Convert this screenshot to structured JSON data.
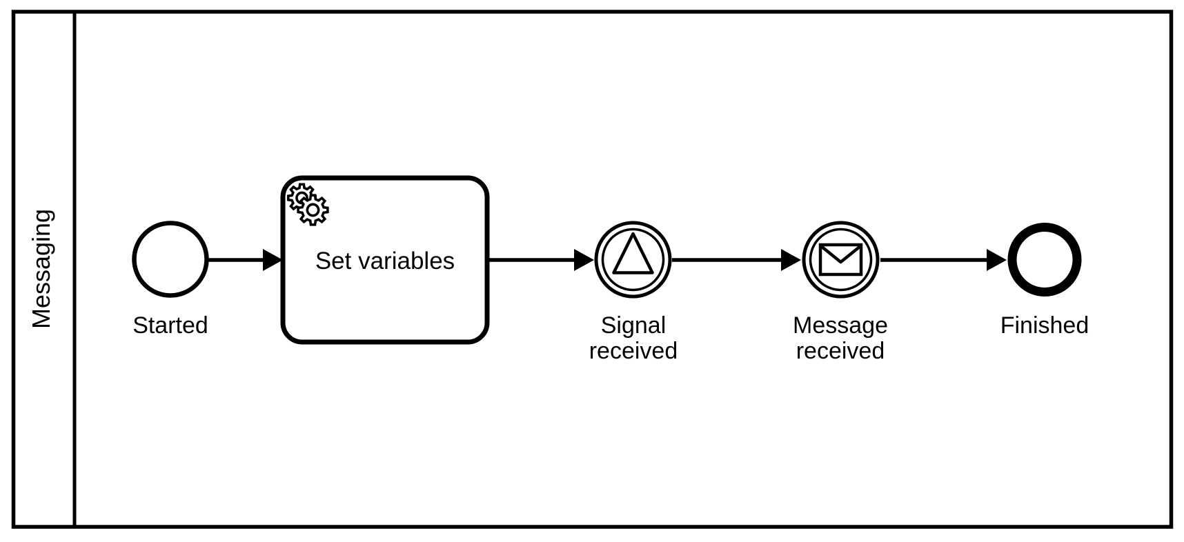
{
  "colors": {
    "stroke": "#000000",
    "background": "#ffffff"
  },
  "pool": {
    "lane_label": "Messaging"
  },
  "nodes": {
    "start_event": {
      "type": "start-event",
      "label": "Started"
    },
    "service_task": {
      "type": "service-task",
      "icon": "gears-icon",
      "label": "Set variables"
    },
    "signal_catch_event": {
      "type": "intermediate-signal-catch-event",
      "icon": "signal-triangle-icon",
      "label_lines": [
        "Signal",
        "received"
      ]
    },
    "message_catch_event": {
      "type": "intermediate-message-catch-event",
      "icon": "envelope-icon",
      "label_lines": [
        "Message",
        "received"
      ]
    },
    "end_event": {
      "type": "end-event",
      "label": "Finished"
    }
  },
  "flows": {
    "count": 4
  }
}
